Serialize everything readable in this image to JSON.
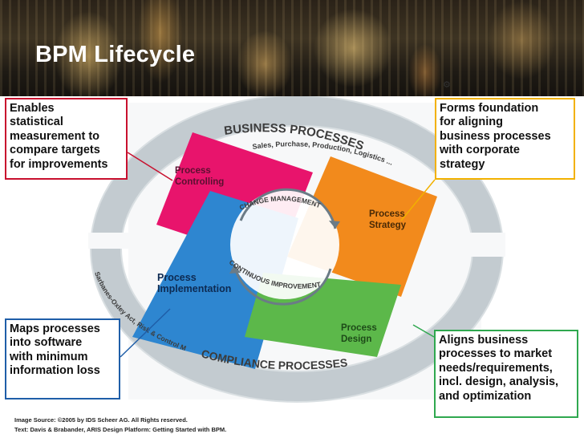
{
  "title": "BPM Lifecycle",
  "ring_labels": {
    "business_processes": "BUSINESS PROCESSES",
    "business_sub": "Sales, Purchase, Production, Logistics ...",
    "compliance_processes": "COMPLIANCE PROCESSES",
    "compliance_sub": "Sarbanes-Oxley Act, Risk & Control Management, Quality Management ...",
    "change_management": "CHANGE MANAGEMENT",
    "continuous_improvement": "CONTINUOUS IMPROVEMENT"
  },
  "phases": {
    "controlling": [
      "Process",
      "Controlling"
    ],
    "strategy": [
      "Process",
      "Strategy"
    ],
    "implementation": [
      "Process",
      "Implementation"
    ],
    "design": [
      "Process",
      "Design"
    ]
  },
  "callouts": {
    "top_left": [
      "Enables",
      "statistical",
      "measurement to",
      "compare targets",
      "for improvements"
    ],
    "top_right": [
      "Forms foundation",
      "for aligning",
      "business processes",
      "with corporate",
      "strategy"
    ],
    "bottom_left": [
      "Maps processes",
      "into software",
      "with minimum",
      "information loss"
    ],
    "bottom_right": [
      "Aligns business",
      "processes to market",
      "needs/requirements,",
      "incl. design, analysis,",
      "and optimization"
    ]
  },
  "credits": [
    "Image Source: ©2005 by IDS Scheer AG. All Rights reserved.",
    "Text: Davis & Brabander, ARIS Design Platform: Getting Started with BPM."
  ],
  "colors": {
    "controlling": "#e8146c",
    "strategy": "#f28a1c",
    "implementation": "#2e86d0",
    "design": "#5cb84a",
    "ring": "#b9c3c9",
    "callout_tl_border": "#c8102e",
    "callout_tr_border": "#f2b100",
    "callout_bl_border": "#1f5ea8",
    "callout_br_border": "#2fa84f"
  },
  "icons": [
    "gear-icon"
  ]
}
